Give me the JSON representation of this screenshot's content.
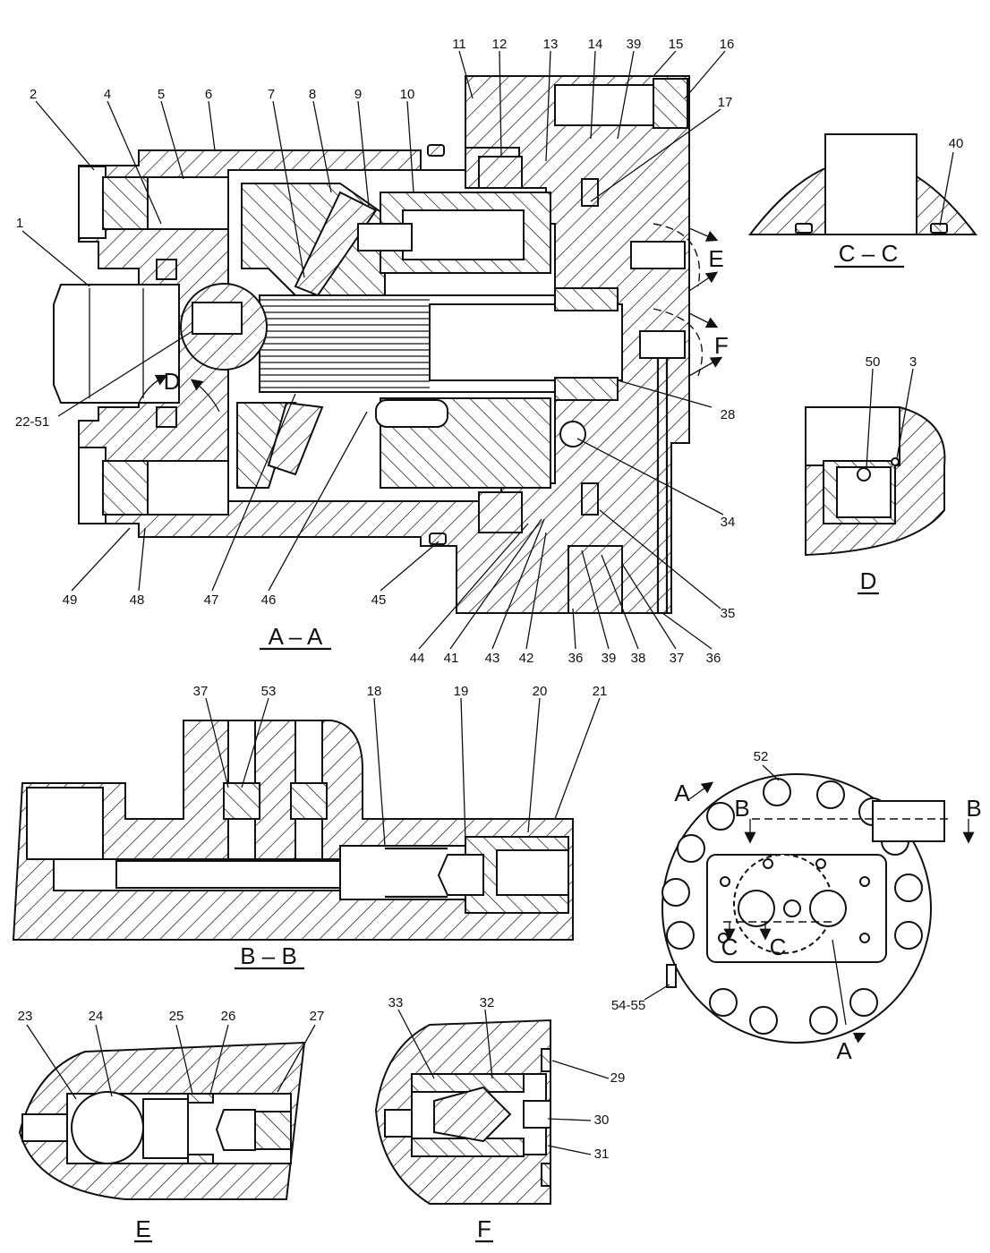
{
  "section_aa": {
    "title": "A – A",
    "labels": [
      "2",
      "4",
      "5",
      "6",
      "7",
      "8",
      "9",
      "10",
      "11",
      "12",
      "13",
      "14",
      "39",
      "15",
      "16",
      "17",
      "1",
      "22-51",
      "D",
      "E",
      "F",
      "28",
      "34",
      "35",
      "49",
      "48",
      "47",
      "46",
      "45",
      "44",
      "41",
      "43",
      "42",
      "36",
      "39",
      "38",
      "37",
      "36"
    ]
  },
  "section_cc": {
    "title": "C – C",
    "labels": [
      "40"
    ]
  },
  "section_d": {
    "title": "D",
    "labels": [
      "50",
      "3"
    ]
  },
  "section_bb": {
    "title": "B – B",
    "labels": [
      "37",
      "53",
      "18",
      "19",
      "20",
      "21"
    ]
  },
  "end_view": {
    "labels": [
      "52",
      "A",
      "B",
      "B",
      "C",
      "C",
      "54-55",
      "A"
    ]
  },
  "section_e": {
    "title": "E",
    "labels": [
      "23",
      "24",
      "25",
      "26",
      "27"
    ]
  },
  "section_f": {
    "title": "F",
    "labels": [
      "33",
      "32",
      "29",
      "30",
      "31"
    ]
  }
}
